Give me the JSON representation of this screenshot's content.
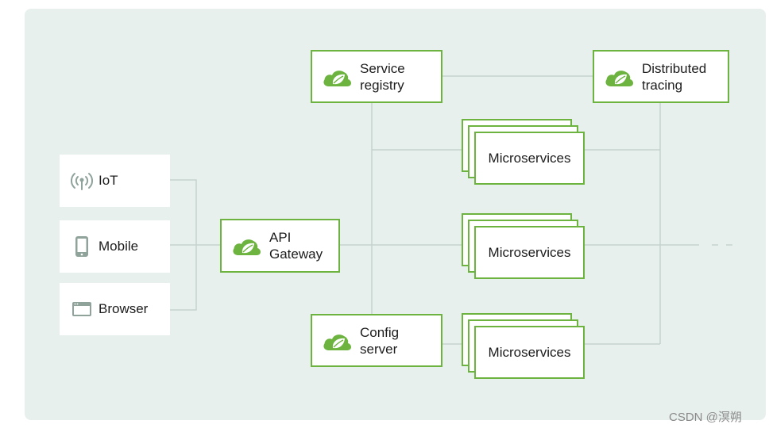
{
  "clients": [
    {
      "label": "IoT",
      "icon": "antenna-icon"
    },
    {
      "label": "Mobile",
      "icon": "mobile-phone-icon"
    },
    {
      "label": "Browser",
      "icon": "browser-window-icon"
    }
  ],
  "gateway": {
    "line1": "API",
    "line2": "Gateway",
    "icon": "spring-leaf-cloud-icon"
  },
  "service_registry": {
    "line1": "Service",
    "line2": "registry",
    "icon": "spring-leaf-cloud-icon"
  },
  "config_server": {
    "line1": "Config",
    "line2": "server",
    "icon": "spring-leaf-cloud-icon"
  },
  "distributed_tracing": {
    "line1": "Distributed",
    "line2": "tracing",
    "icon": "spring-leaf-cloud-icon"
  },
  "microservices": [
    {
      "label": "Microservices"
    },
    {
      "label": "Microservices"
    },
    {
      "label": "Microservices"
    }
  ],
  "watermark": "CSDN @溟朔",
  "colors": {
    "panel": "#e8f0ed",
    "spring_green": "#6db33f",
    "line": "#c5d3cd",
    "client_icon": "#8fa39b"
  }
}
